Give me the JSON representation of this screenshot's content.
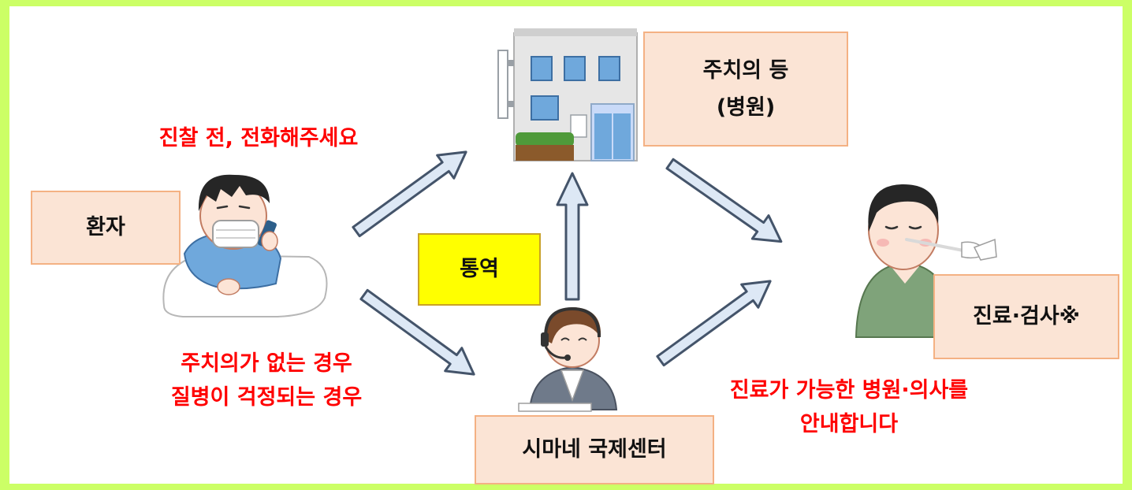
{
  "boxes": {
    "patient": "환자",
    "hospital_line1": "주치의 등",
    "hospital_line2": "(병원)",
    "interpretation": "통역",
    "center": "시마네 국제센터",
    "exam": "진료·검사※"
  },
  "captions": {
    "call_before": "진찰 전, 전화해주세요",
    "no_doctor_line1": "주치의가 없는 경우",
    "no_doctor_line2": "질병이 걱정되는 경우",
    "guide_line1": "진료가 가능한 병원·의사를",
    "guide_line2": "안내합니다"
  },
  "colors": {
    "page_border": "#ccff66",
    "box_fill": "#fbe4d5",
    "box_border": "#f4b183",
    "highlight_fill": "#ffff00",
    "caption": "#ff0000",
    "arrow_fill": "#dde8f5",
    "arrow_stroke": "#44546a"
  },
  "icons": [
    "sick-patient-icon",
    "hospital-building-icon",
    "call-center-operator-icon",
    "nasal-swab-test-icon"
  ]
}
